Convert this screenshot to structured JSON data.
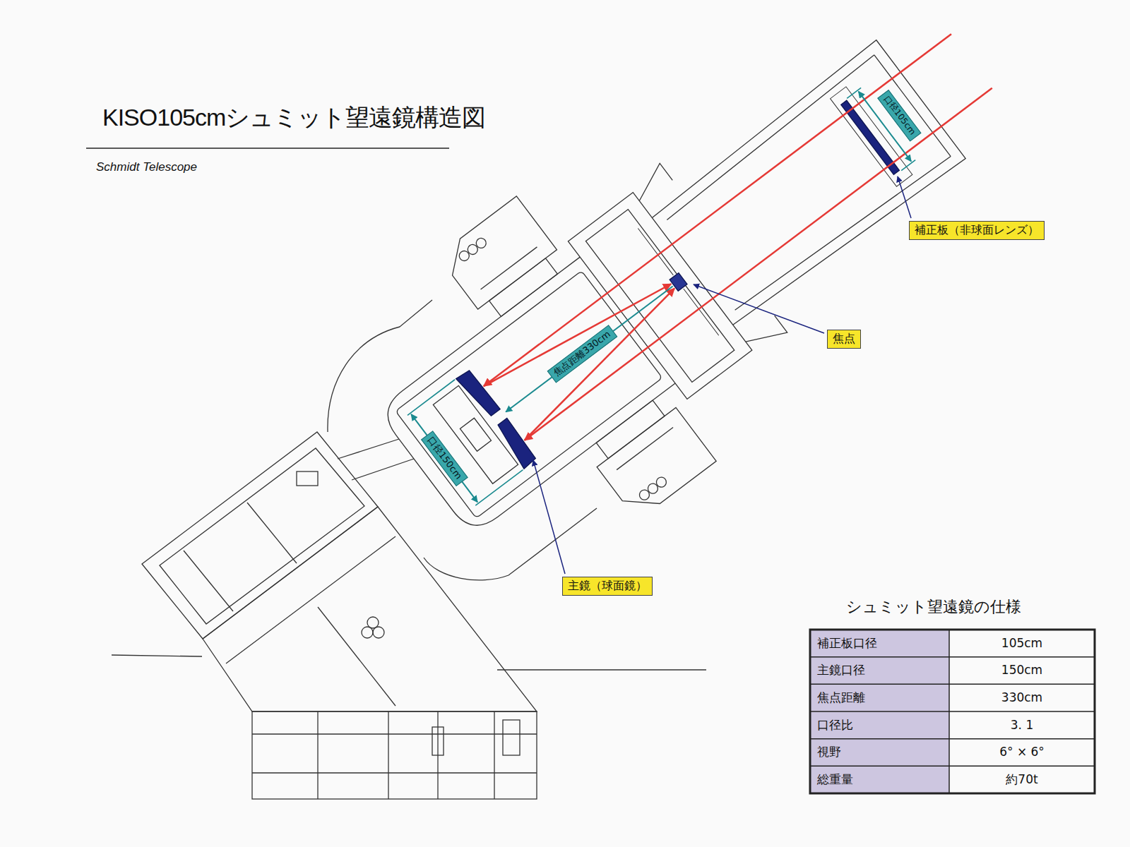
{
  "diagram": {
    "title": "KISO105cmシュミット望遠鏡構造図",
    "nodes": [
      {
        "text": [
          "口径105cm"
        ]
      },
      {
        "text": [
          "補正板（非球面レンズ）"
        ]
      },
      {
        "text": [
          "焦点"
        ]
      },
      {
        "text": [
          "焦点距離330cm"
        ]
      },
      {
        "text": [
          "口径150cm"
        ]
      },
      {
        "text": [
          "主鏡（球面鏡）"
        ]
      }
    ],
    "labels": [
      "Schmidt Telescope",
      "シュミット望遠鏡の仕様",
      "補正板口径",
      "105cm",
      "主鏡口径",
      "150cm",
      "焦点距離",
      "330cm",
      "口径比",
      "3. 1",
      "視野",
      "6° × 6°",
      "総重量",
      "約70t"
    ]
  }
}
